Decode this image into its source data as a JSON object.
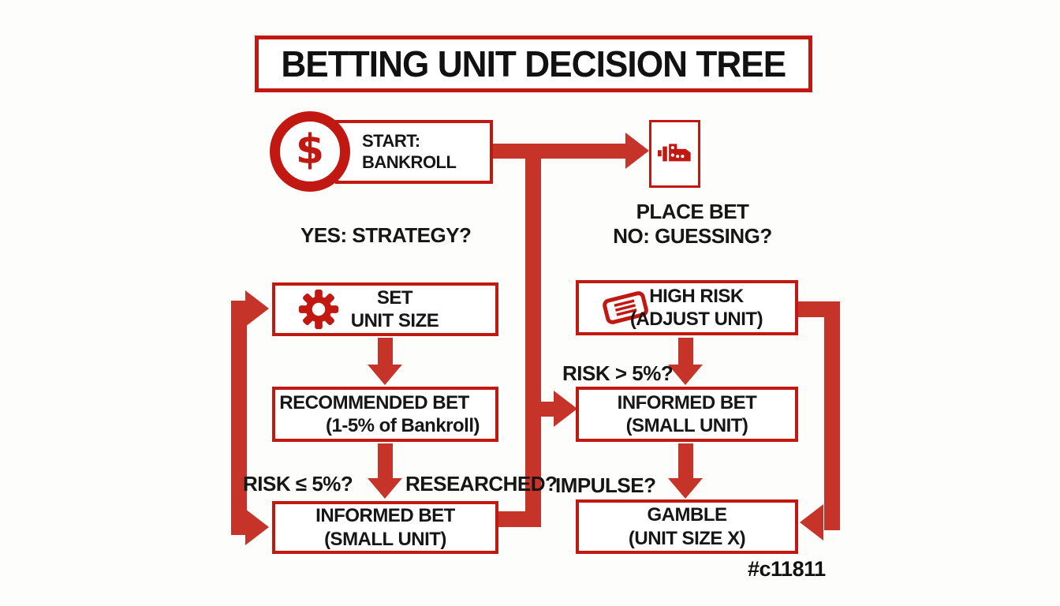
{
  "palette": {
    "red": "#c11811",
    "arrow": "#c63429",
    "text": "#161616",
    "background": "#fdfdfc"
  },
  "title": "BETTING UNIT DECISION TREE",
  "start": {
    "line1": "START:",
    "line2": "BANKROLL",
    "dollar_glyph": "$"
  },
  "branch_labels": {
    "yes": "YES: STRATEGY?",
    "place_bet": "PLACE BET",
    "no": "NO: GUESSING?"
  },
  "left_column": {
    "set": {
      "line1": "SET",
      "line2": "UNIT SIZE"
    },
    "recommended": {
      "line1": "RECOMMENDED BET",
      "line2": "(1-5% of Bankroll)"
    },
    "informed": {
      "line1": "INFORMED BET",
      "line2": "(SMALL UNIT)"
    },
    "risk_label": "RISK ≤ 5%?",
    "researched_label": "RESEARCHED?"
  },
  "right_column": {
    "high_risk": {
      "line1": "HIGH RISK",
      "line2": "(ADJUST UNIT)"
    },
    "informed": {
      "line1": "INFORMED BET",
      "line2": "(SMALL UNIT)"
    },
    "gamble": {
      "line1": "GAMBLE",
      "line2": "(UNIT SIZE X)"
    },
    "risk_label": "RISK > 5%?",
    "impulse_label": "IMPULSE?"
  },
  "watermark": "#c11811",
  "icons": {
    "start": "dollar-circle-icon",
    "top_right": "bet-slip-icon",
    "set_unit": "gear-icon",
    "high_risk": "ticket-icon"
  }
}
